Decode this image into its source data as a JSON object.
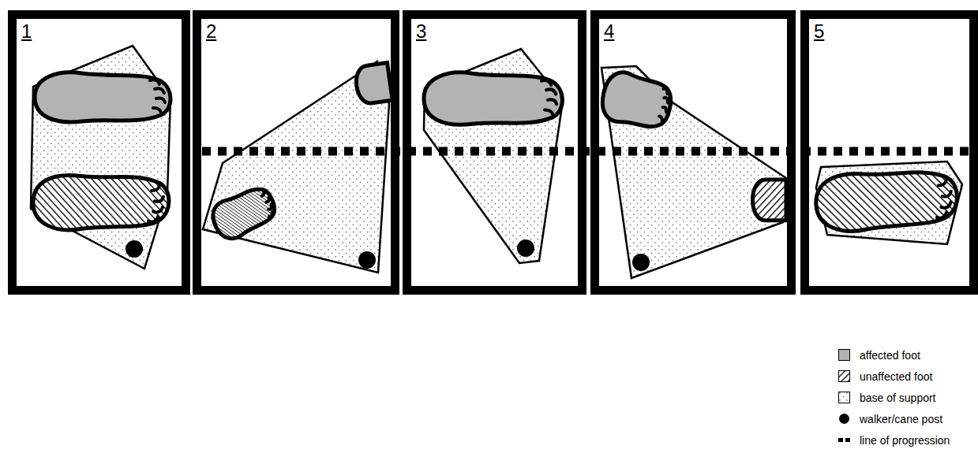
{
  "diagram": {
    "nodes": [
      {
        "text": [
          "1"
        ]
      },
      {
        "text": [
          "2"
        ]
      },
      {
        "text": [
          "3"
        ]
      },
      {
        "text": [
          "4"
        ]
      },
      {
        "text": [
          "5"
        ]
      }
    ],
    "legend": [
      {
        "text": "affected foot",
        "color": "#b3b3b3"
      },
      {
        "text": "unaffected foot"
      },
      {
        "text": "base of support"
      },
      {
        "text": "walker/cane post"
      },
      {
        "text": "line of progression"
      }
    ]
  }
}
